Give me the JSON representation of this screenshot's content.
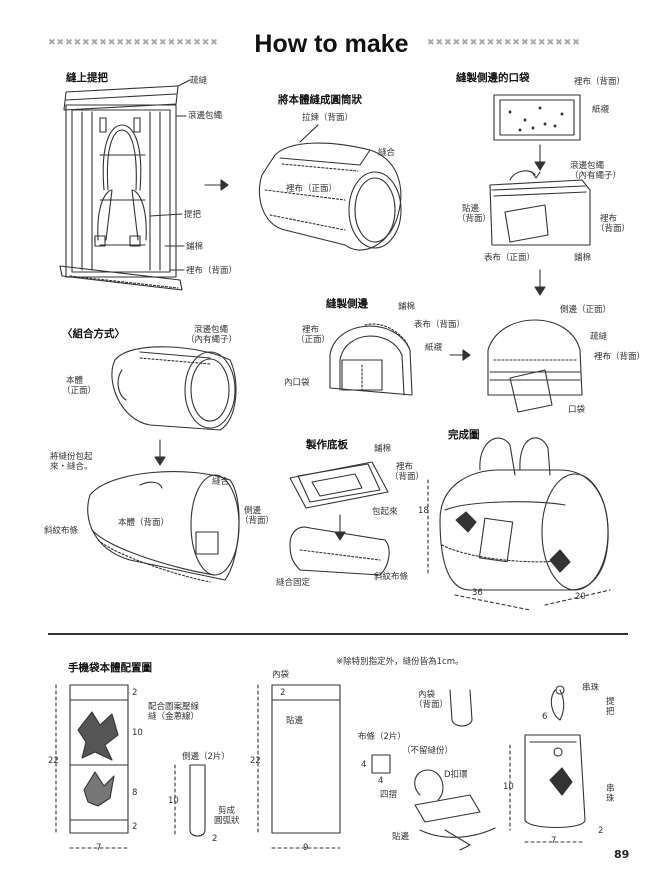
{
  "header": {
    "title": "How to make",
    "decor_left": "✖✖✖✖✖✖✖✖✖✖✖✖✖✖✖✖✖✖✖✖",
    "decor_right": "✖✖✖✖✖✖✖✖✖✖✖✖✖✖✖✖✖✖"
  },
  "steps": {
    "sew_handles": {
      "title": "縫上提把",
      "labels": [
        "疏縫",
        "滾邊包繩",
        "提把",
        "鋪棉",
        "裡布（背面）"
      ]
    },
    "assemble_body": {
      "title": "將本體縫成圓筒狀",
      "labels": [
        "拉鍊（背面）",
        "縫合",
        "裡布（正面）"
      ]
    },
    "side_pocket": {
      "title": "縫製側邊的口袋",
      "labels": [
        "裡布（背面）",
        "紙襯",
        "滾邊包繩",
        "（內有繩子）",
        "貼邊",
        "（背面）",
        "裡布",
        "（背面）",
        "表布（正面）",
        "鋪棉"
      ]
    },
    "combine": {
      "title": "〈組合方式〉",
      "labels": [
        "滾邊包繩",
        "（內有繩子）",
        "本體",
        "（正面）"
      ]
    },
    "sides": {
      "title": "縫製側邊",
      "labels": [
        "鋪棉",
        "表布（背面）",
        "裡布",
        "（正面）",
        "紙襯",
        "內口袋"
      ]
    },
    "side_result": {
      "labels": [
        "側邊（正面）",
        "疏縫",
        "裡布（背面）",
        "口袋"
      ]
    },
    "wrap": {
      "labels": [
        "將縫份包起",
        "來・縫合。",
        "縫合",
        "側邊",
        "（背面）",
        "斜紋布條",
        "本體（背面）"
      ]
    },
    "bottom": {
      "title": "製作底板",
      "labels": [
        "鋪棉",
        "裡布",
        "（背面）",
        "包起來",
        "縫合固定",
        "斜紋布條"
      ]
    },
    "finished": {
      "title": "完成圖",
      "dims": [
        "18",
        "36",
        "20"
      ]
    }
  },
  "phone_bag": {
    "title": "手機袋本體配置圖",
    "note": "※除特別指定外，縫份皆為1cm。",
    "layout_labels": [
      "配合圖案壓線",
      "縫（金蔥線）",
      "側邊（2片）",
      "剪成",
      "圓弧狀"
    ],
    "layout_dims": [
      "2",
      "10",
      "22",
      "8",
      "2",
      "7",
      "10",
      "2"
    ],
    "inner_pocket": {
      "title": "內袋",
      "labels": [
        "貼邊"
      ],
      "dims": [
        "2",
        "22",
        "9"
      ]
    },
    "assembly_labels": [
      "內袋",
      "（背面）",
      "布條（2片）",
      "（不留縫份）",
      "D扣環",
      "四摺",
      "貼邊",
      "4",
      "4"
    ],
    "finished_labels": [
      "串珠",
      "提",
      "把",
      "串",
      "珠"
    ],
    "finished_dims": [
      "6",
      "10",
      "7",
      "2"
    ]
  },
  "page_number": "89"
}
